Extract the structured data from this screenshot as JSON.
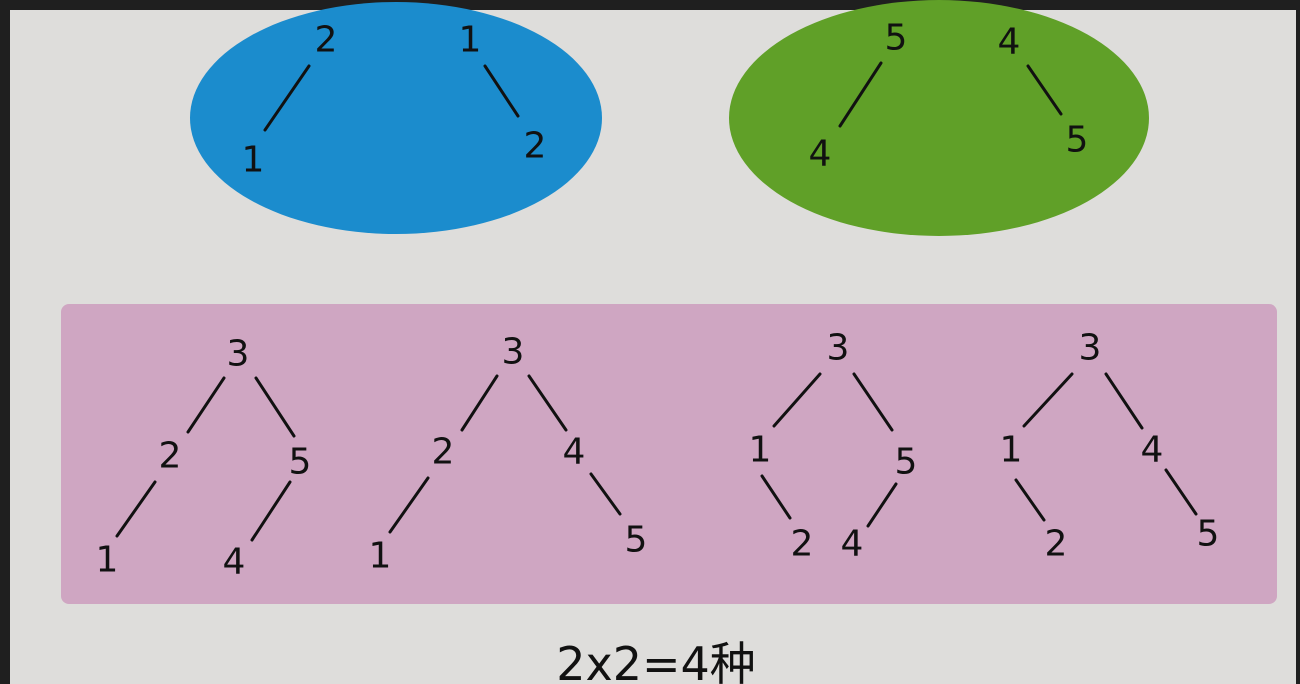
{
  "colors": {
    "frame": "#1f1f1f",
    "paper": "#dedddb",
    "blue_oval": "#1b8ccd",
    "green_oval": "#60a028",
    "pink_panel": "#cfa6c2",
    "ink": "#111111"
  },
  "blue_group": {
    "trees": [
      {
        "root": "2",
        "left": "1",
        "right": null
      },
      {
        "root": "1",
        "left": null,
        "right": "2"
      }
    ]
  },
  "green_group": {
    "trees": [
      {
        "root": "5",
        "left": "4",
        "right": null
      },
      {
        "root": "4",
        "left": null,
        "right": "5"
      }
    ]
  },
  "combined_trees": [
    {
      "root": "3",
      "left": "2",
      "left_left": "1",
      "left_right": null,
      "right": "5",
      "right_left": "4",
      "right_right": null
    },
    {
      "root": "3",
      "left": "2",
      "left_left": "1",
      "left_right": null,
      "right": "4",
      "right_left": null,
      "right_right": "5"
    },
    {
      "root": "3",
      "left": "1",
      "left_left": null,
      "left_right": "2",
      "right": "5",
      "right_left": "4",
      "right_right": null
    },
    {
      "root": "3",
      "left": "1",
      "left_left": null,
      "left_right": "2",
      "right": "4",
      "right_left": null,
      "right_right": "5"
    }
  ],
  "caption": "2x2=4种"
}
